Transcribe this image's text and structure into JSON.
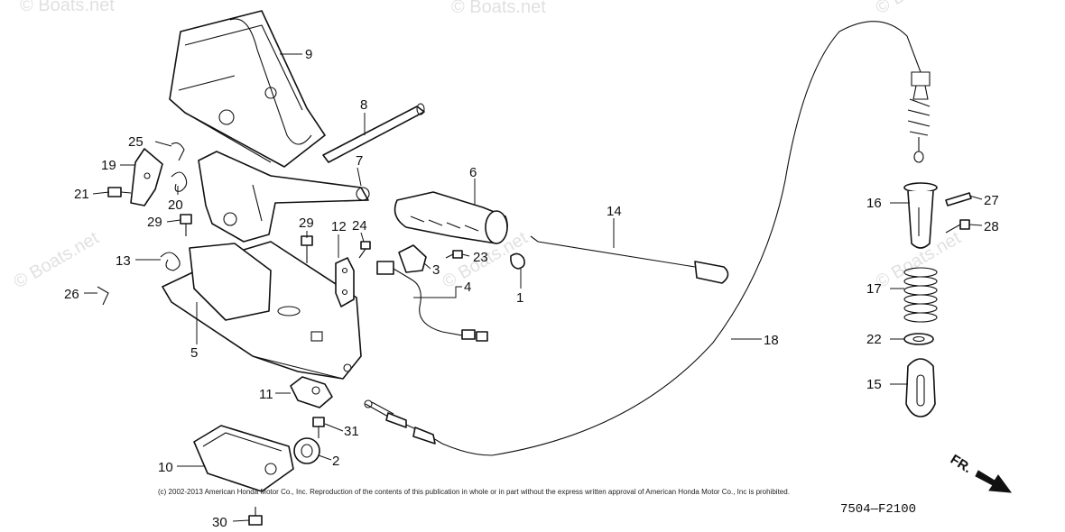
{
  "watermark": "© Boats.net",
  "copyright": "(c) 2002-2013 American Honda Motor Co., Inc. Reproduction of the contents of this publication in whole or in part without the express written approval of American Honda Motor Co., Inc is prohibited.",
  "diagram_code": "7504—F2100",
  "direction_label": "FR.",
  "callouts": {
    "c1": "1",
    "c2": "2",
    "c3": "3",
    "c4": "4",
    "c5": "5",
    "c6": "6",
    "c7": "7",
    "c8": "8",
    "c9": "9",
    "c10": "10",
    "c11": "11",
    "c12": "12",
    "c13": "13",
    "c14": "14",
    "c15": "15",
    "c16": "16",
    "c17": "17",
    "c18": "18",
    "c19": "19",
    "c20": "20",
    "c21": "21",
    "c22": "22",
    "c23": "23",
    "c24": "24",
    "c25": "25",
    "c26": "26",
    "c27": "27",
    "c28": "28",
    "c29a": "29",
    "c29b": "29",
    "c30": "30",
    "c31": "31"
  }
}
